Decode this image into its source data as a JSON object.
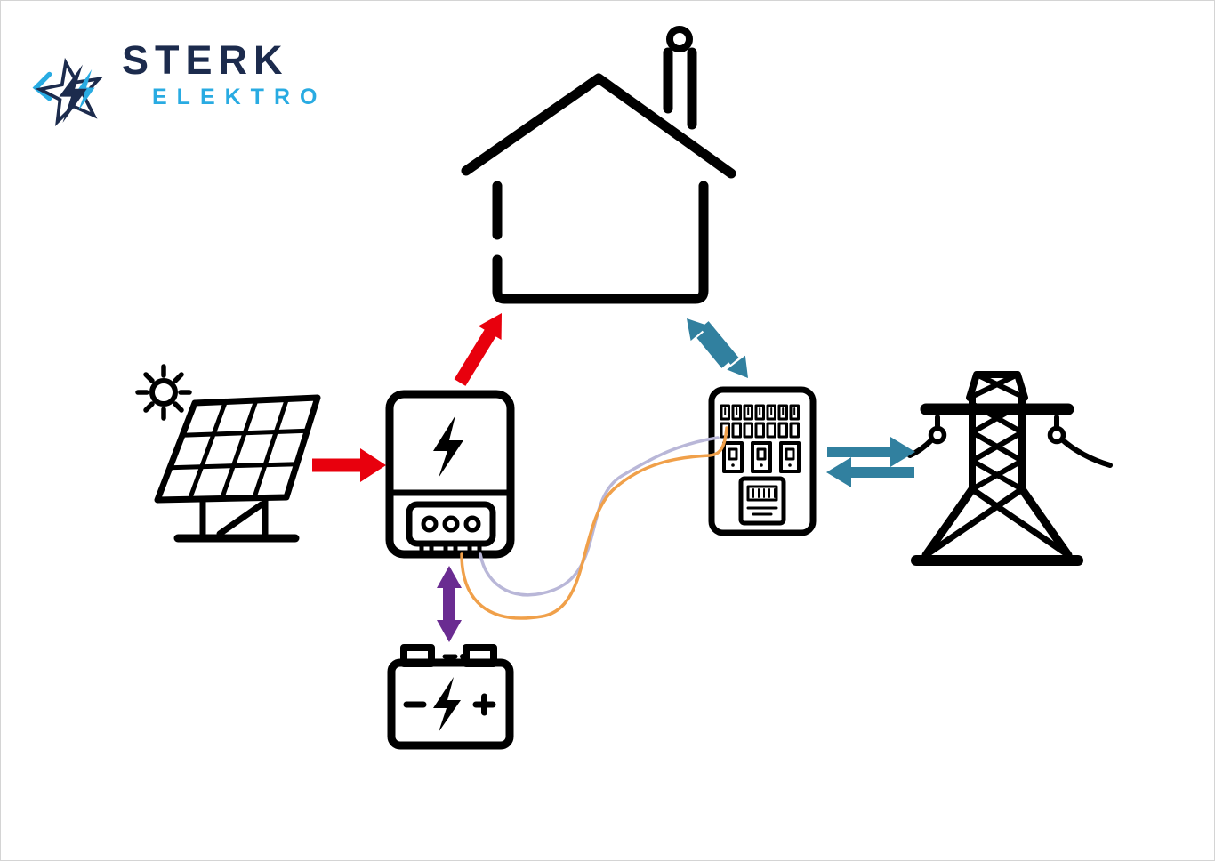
{
  "logo": {
    "brand_line1": "STERK",
    "brand_line2": "ELEKTRO",
    "colors": {
      "primary": "#1c2b4d",
      "accent": "#29abe2"
    }
  },
  "diagram": {
    "nodes": [
      {
        "id": "house",
        "icon": "house-icon"
      },
      {
        "id": "solar-panel",
        "icon": "solar-panel-icon"
      },
      {
        "id": "inverter",
        "icon": "inverter-icon"
      },
      {
        "id": "battery",
        "icon": "battery-icon"
      },
      {
        "id": "distribution-board",
        "icon": "distribution-board-icon"
      },
      {
        "id": "power-grid",
        "icon": "transmission-tower-icon"
      }
    ],
    "edges": [
      {
        "from": "solar-panel",
        "to": "inverter",
        "type": "arrow",
        "color": "#e8000d"
      },
      {
        "from": "inverter",
        "to": "house",
        "type": "arrow",
        "color": "#e8000d"
      },
      {
        "from": "inverter",
        "to": "battery",
        "type": "double-headed-arrow",
        "color": "#6a2c91"
      },
      {
        "from": "house",
        "to": "distribution-board",
        "type": "bidirectional-arrows",
        "color": "#31809f"
      },
      {
        "from": "distribution-board",
        "to": "power-grid",
        "type": "bidirectional-arrows",
        "color": "#31809f"
      },
      {
        "from": "inverter",
        "to": "distribution-board",
        "type": "cable",
        "color": "#f0a04a"
      },
      {
        "from": "inverter",
        "to": "distribution-board",
        "type": "cable",
        "color": "#b9b7d8"
      }
    ]
  }
}
